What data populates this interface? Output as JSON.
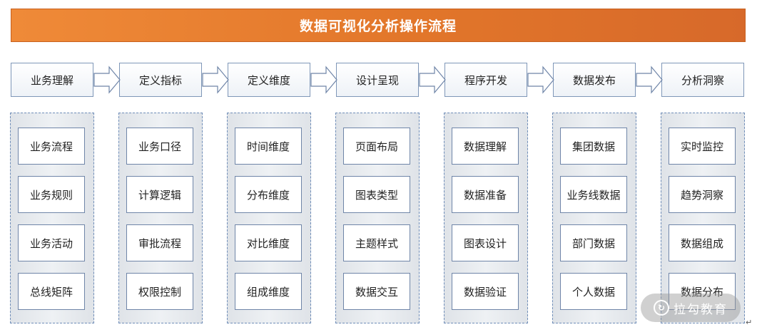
{
  "title": "数据可视化分析操作流程",
  "steps": [
    "业务理解",
    "定义指标",
    "定义维度",
    "设计呈现",
    "程序开发",
    "数据发布",
    "分析洞察"
  ],
  "columns": [
    [
      "业务流程",
      "业务规则",
      "业务活动",
      "总线矩阵"
    ],
    [
      "业务口径",
      "计算逻辑",
      "审批流程",
      "权限控制"
    ],
    [
      "时间维度",
      "分布维度",
      "对比维度",
      "组成维度"
    ],
    [
      "页面布局",
      "图表类型",
      "主题样式",
      "数据交互"
    ],
    [
      "数据理解",
      "数据准备",
      "图表设计",
      "数据验证"
    ],
    [
      "集团数据",
      "业务线数据",
      "部门数据",
      "个人数据"
    ],
    [
      "实时监控",
      "趋势洞察",
      "数据组成",
      "数据分布"
    ]
  ],
  "watermark": {
    "text": "拉勾教育",
    "icon": "logo-icon"
  },
  "colors": {
    "banner": "#e2762a",
    "box_border": "#7f97b8",
    "column_bg": "#e3e7ec"
  }
}
